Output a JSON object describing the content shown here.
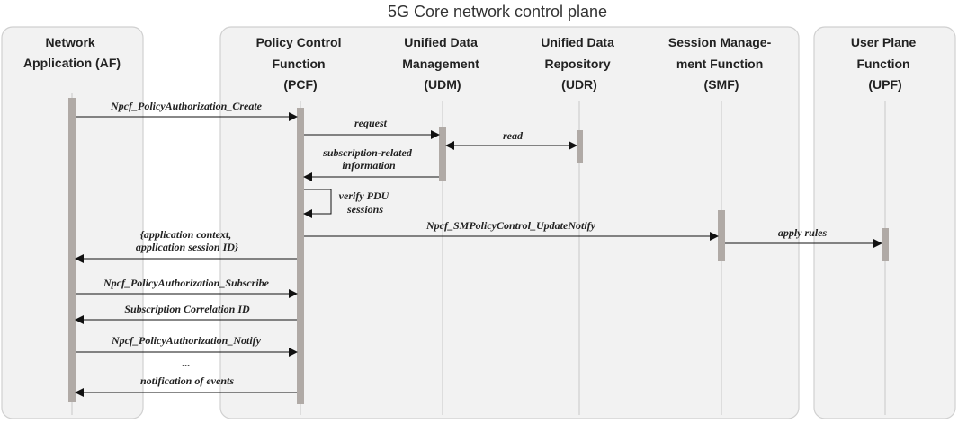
{
  "title": "5G Core network control plane",
  "participants": {
    "af": [
      "Network",
      "Application (AF)"
    ],
    "pcf": [
      "Policy Control",
      "Function",
      "(PCF)"
    ],
    "udm": [
      "Unified Data",
      "Management",
      "(UDM)"
    ],
    "udr": [
      "Unified Data",
      "Repository",
      "(UDR)"
    ],
    "smf": [
      "Session Manage-",
      "ment Function",
      "(SMF)"
    ],
    "upf": [
      "User Plane",
      "Function",
      "(UPF)"
    ]
  },
  "messages": {
    "m1": [
      "Npcf_PolicyAuthorization_Create"
    ],
    "m2": [
      "request"
    ],
    "m3": [
      "read"
    ],
    "m4": [
      "subscription-related",
      "information"
    ],
    "m5": [
      "verify PDU",
      "sessions"
    ],
    "m6": [
      "Npcf_SMPolicyControl_UpdateNotify"
    ],
    "m7": [
      "apply rules"
    ],
    "m8": [
      "{application context,",
      "application session ID}"
    ],
    "m9": [
      "Npcf_PolicyAuthorization_Subscribe"
    ],
    "m10": [
      "Subscription Correlation ID"
    ],
    "m11": [
      "Npcf_PolicyAuthorization_Notify"
    ],
    "m12": [
      "..."
    ],
    "m13": [
      "notification of events"
    ]
  }
}
